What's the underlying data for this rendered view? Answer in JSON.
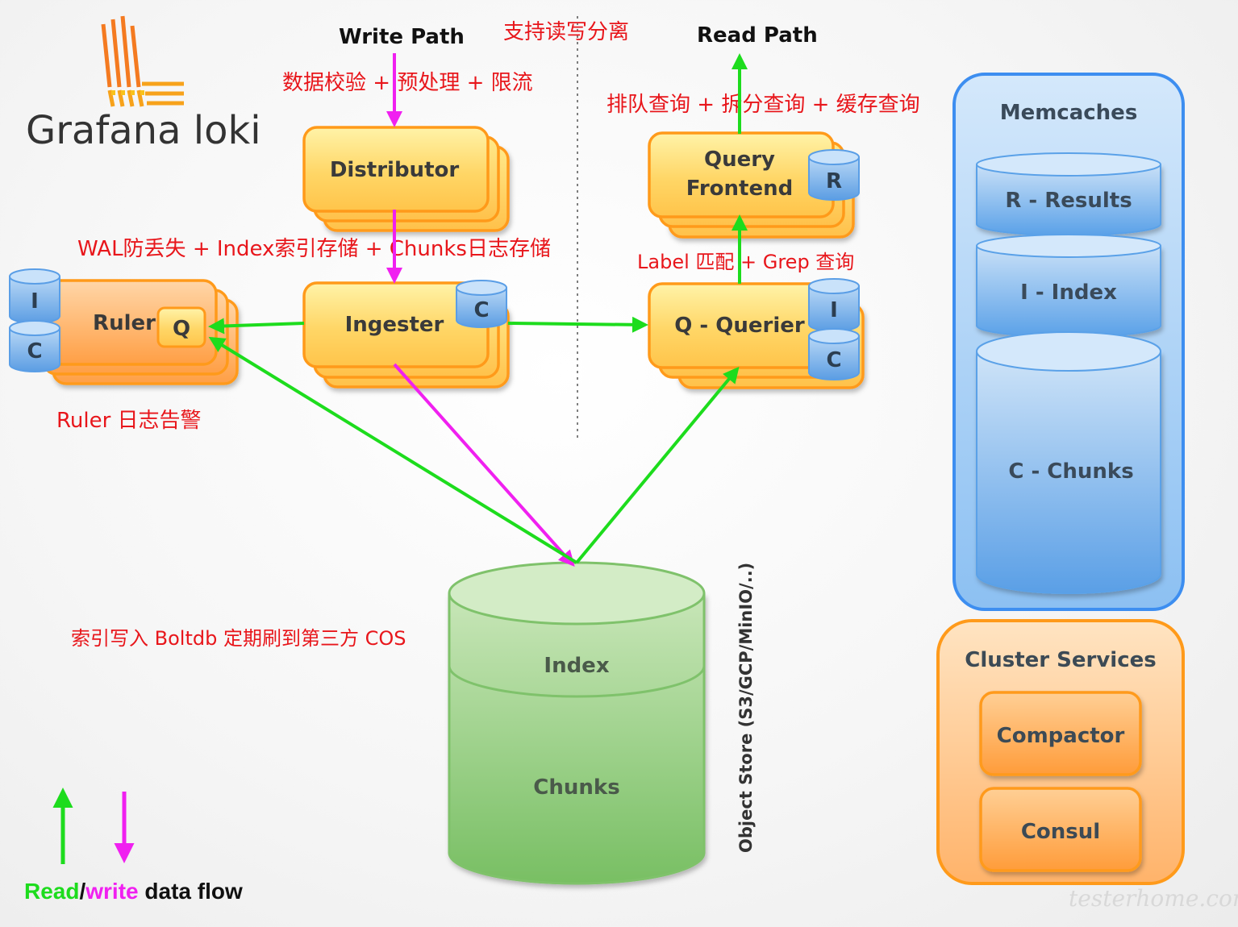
{
  "logo": {
    "text": "Grafana loki"
  },
  "titles": {
    "write_path": "Write Path",
    "read_path": "Read Path"
  },
  "annotations": {
    "rw_separation": "支持读写分离",
    "distributor_note": "数据校验 + 预处理 + 限流",
    "query_frontend_note": "排队查询 + 拆分查询 + 缓存查询",
    "ingester_note": "WAL防丢失 + Index索引存储 + Chunks日志存储",
    "querier_note": "Label 匹配 + Grep 查询",
    "ruler_note": "Ruler 日志告警",
    "boltdb_note": "索引写入 Boltdb 定期刷到第三方 COS"
  },
  "components": {
    "distributor": "Distributor",
    "query_frontend_line1": "Query",
    "query_frontend_line2": "Frontend",
    "ingester": "Ingester",
    "querier": "Q - Querier",
    "ruler": "Ruler"
  },
  "badges": {
    "r": "R",
    "c": "C",
    "i": "I",
    "q": "Q"
  },
  "object_store": {
    "index": "Index",
    "chunks": "Chunks",
    "side_label": "Object Store (S3/GCP/MinIO/..)"
  },
  "memcaches": {
    "title": "Memcaches",
    "results": "R - Results",
    "index": "I - Index",
    "chunks": "C - Chunks"
  },
  "cluster_services": {
    "title": "Cluster Services",
    "compactor": "Compactor",
    "consul": "Consul"
  },
  "legend": {
    "read": "Read",
    "slash": "/",
    "write": "write",
    "rest": " data flow"
  },
  "watermark": "testerhome.com",
  "colors": {
    "read_flow": "#1ddc1d",
    "write_flow": "#f020f0",
    "annotation": "#e8161b",
    "box_orange": "#ff9a1a",
    "cache_blue": "#3d8ef0",
    "store_green": "#7fc26b"
  }
}
